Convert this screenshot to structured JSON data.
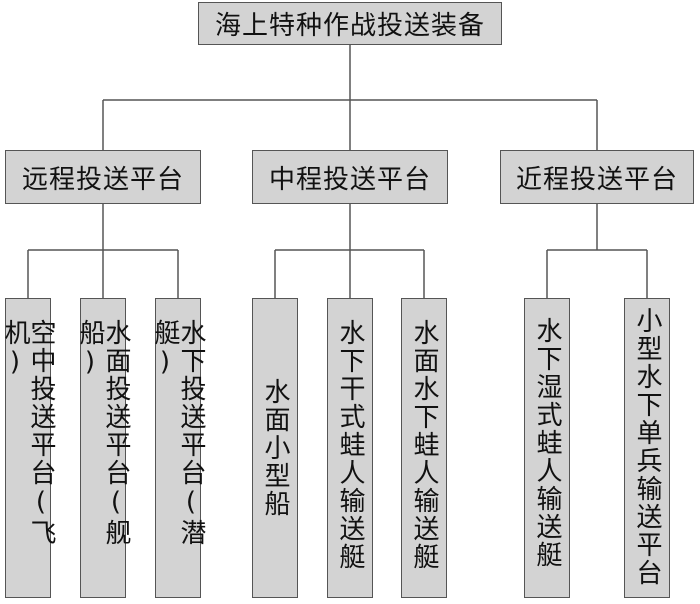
{
  "root": {
    "label": "海上特种作战投送装备"
  },
  "platforms": [
    {
      "label": "远程投送平台",
      "items": [
        "空中投送平台(飞机)",
        "水面投送平台(舰船)",
        "水下投送平台(潜艇)"
      ]
    },
    {
      "label": "中程投送平台",
      "items": [
        "水面小型船",
        "水下干式蛙人输送艇",
        "水面水下蛙人输送艇"
      ]
    },
    {
      "label": "近程投送平台",
      "items": [
        "水下湿式蛙人输送艇",
        "小型水下单兵输送平台"
      ]
    }
  ]
}
